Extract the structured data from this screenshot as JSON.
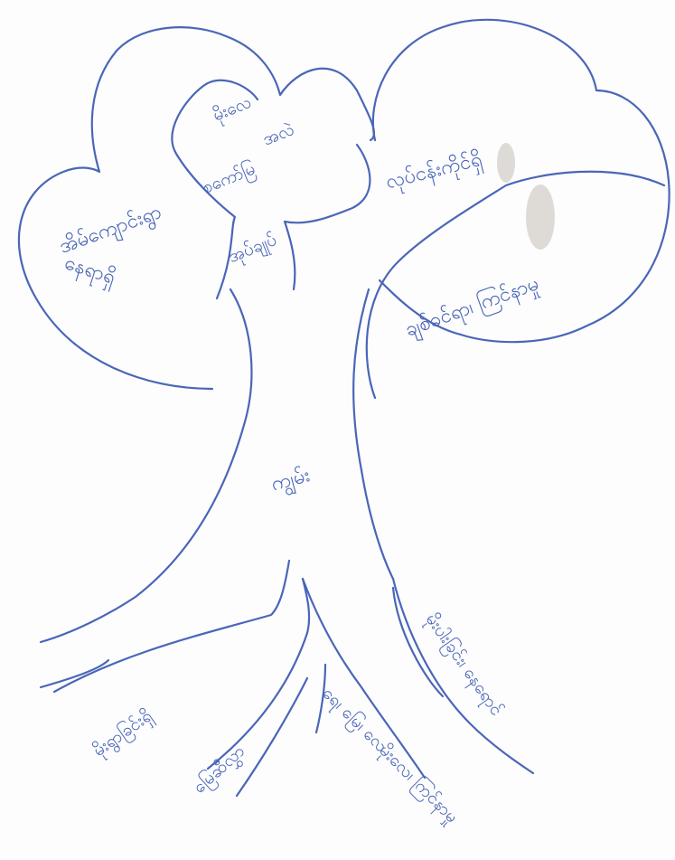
{
  "trunk": {
    "label": "ကျွမ်း"
  },
  "leaves": {
    "top_left_cloud": [
      "မိုးလေ",
      "အလဲ",
      "စကော်မြ",
      "အုပ်ချုပ်"
    ],
    "left_cloud": [
      "အိမ်ကျောင်းရွာ",
      "နေရာရှိ"
    ],
    "right_cloud_top": "လုပ်ငန်းကိုင်ရှိ",
    "right_cloud_bottom": "ချစ်ခင်ရာ၊ ကြင်နာမှု"
  },
  "roots": {
    "root_1": "မိုးရွာခြင်းရှိ",
    "root_2": "မြေဆီလွှာ",
    "root_3": "ရေ၊ မြေ၊ လေ",
    "root_4": "မိုးပါးခြင်း၊ နေရောင်",
    "root_5": "မိုးလေ၊ ကြင်နာမှု"
  }
}
